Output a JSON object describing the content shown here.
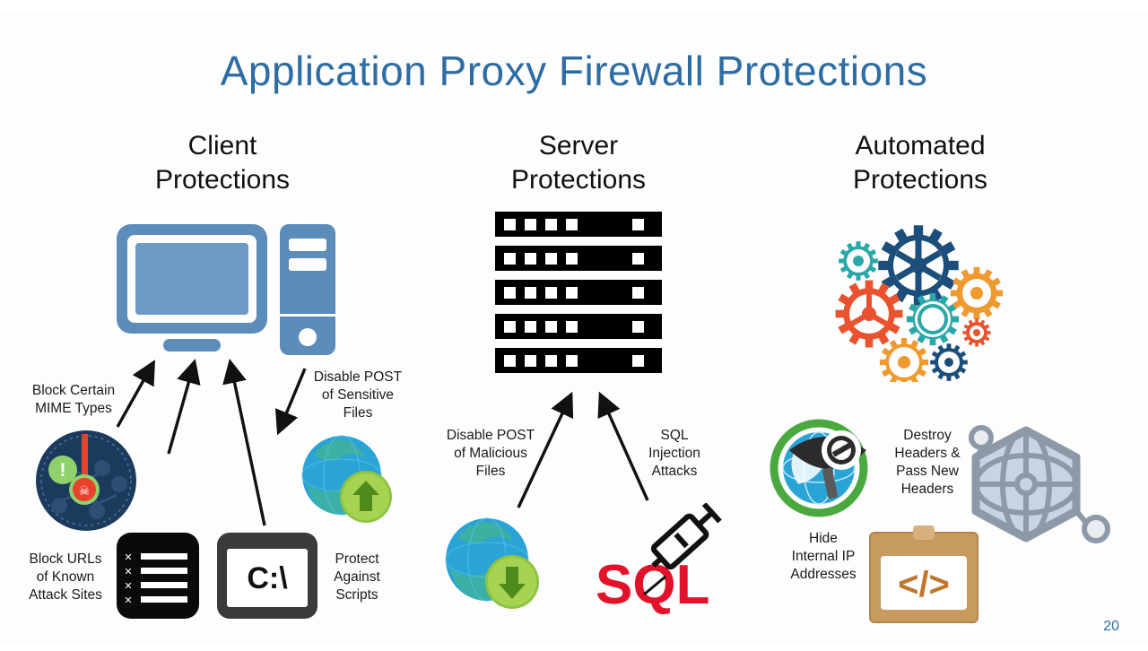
{
  "slide": {
    "title": "Application Proxy Firewall Protections",
    "page_number": "20",
    "title_color": "#2e6da4"
  },
  "columns": [
    {
      "id": "client",
      "heading": "Client\nProtections",
      "graphic": "desktop-computer-icon",
      "graphic_color": "#5b8cba",
      "labels": [
        {
          "id": "mime",
          "text": "Block  Certain\nMIME Types",
          "icon": "network-threat-icon"
        },
        {
          "id": "urls",
          "text": "Block URLs\nof Known\nAttack Sites",
          "icon": "blocked-list-icon"
        },
        {
          "id": "post-s",
          "text": "Disable POST\nof Sensitive\nFiles",
          "icon": "globe-upload-icon"
        },
        {
          "id": "scripts",
          "text": "Protect\nAgainst\nScripts",
          "icon": "command-prompt-icon"
        }
      ]
    },
    {
      "id": "server",
      "heading": "Server\nProtections",
      "graphic": "server-rack-icon",
      "graphic_color": "#000000",
      "labels": [
        {
          "id": "post-m",
          "text": "Disable POST\nof Malicious\nFiles",
          "icon": "globe-download-icon"
        },
        {
          "id": "sqli",
          "text": "SQL\nInjection\nAttacks",
          "icon": "sql-syringe-icon"
        }
      ]
    },
    {
      "id": "automated",
      "heading": "Automated\nProtections",
      "graphic": "gears-cluster-icon",
      "graphic_colors": [
        "#1c4e7c",
        "#2aa8a8",
        "#e8522f",
        "#f0992e"
      ],
      "labels": [
        {
          "id": "hide",
          "text": "Hide\nInternal IP\nAddresses",
          "icon": "hidden-globe-eye-icon"
        },
        {
          "id": "destroy",
          "text": "Destroy\nHeaders &\nPass New\nHeaders",
          "icon": "code-package-icon"
        }
      ]
    }
  ],
  "icons": {
    "sql_text": "SQL",
    "cmd_text": "C:\\",
    "code_text": "</>"
  }
}
